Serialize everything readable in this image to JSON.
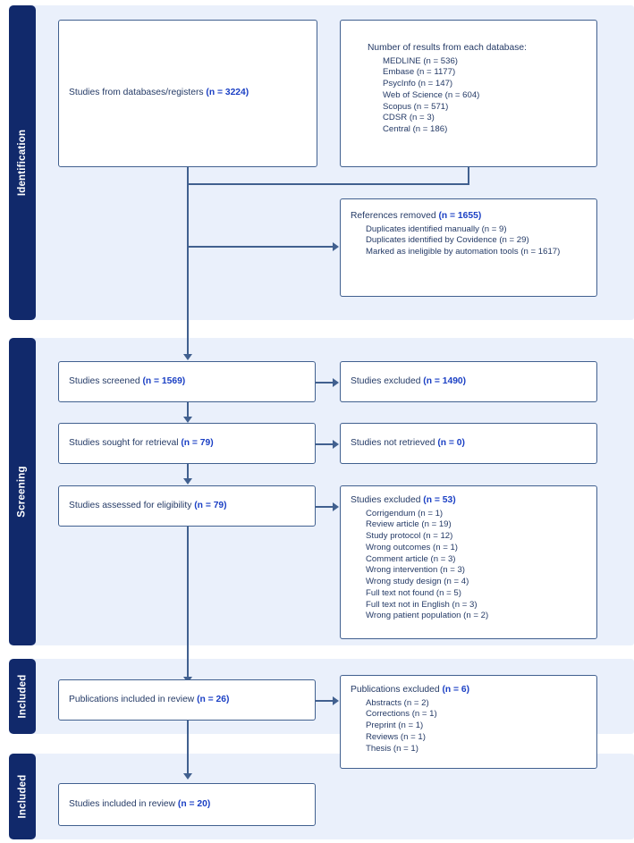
{
  "diagram": {
    "title": "PRISMA flow diagram",
    "accent_navy": "#11296b",
    "accent_box_border": "#41608f",
    "accent_panel": "#eaf0fb",
    "accent_number": "#1a3fc4",
    "text_color": "#243a66"
  },
  "bands": [
    {
      "id": "identification",
      "label": "Identification"
    },
    {
      "id": "screening",
      "label": "Screening"
    },
    {
      "id": "included-publications",
      "label": "Included"
    },
    {
      "id": "included-studies",
      "label": "Included"
    }
  ],
  "boxes": {
    "databases_registers": {
      "text": "Studies from databases/registers ",
      "count": "(n = 3224)"
    },
    "results_each_database": {
      "heading": "Number of results from each database:",
      "items": [
        "MEDLINE (n = 536)",
        "Embase (n = 1177)",
        "PsycInfo (n = 147)",
        "Web of Science (n = 604)",
        "Scopus (n = 571)",
        "CDSR (n = 3)",
        "Central (n = 186)"
      ]
    },
    "references_removed": {
      "text": "References removed ",
      "count": "(n = 1655)",
      "items": [
        "Duplicates identified manually (n = 9)",
        "Duplicates identified by Covidence (n = 29)",
        "Marked as ineligible by automation tools (n = 1617)"
      ]
    },
    "studies_screened": {
      "text": "Studies screened ",
      "count": "(n = 1569)"
    },
    "studies_excluded_screening": {
      "text": "Studies excluded ",
      "count": "(n = 1490)"
    },
    "studies_sought": {
      "text": "Studies sought for retrieval ",
      "count": "(n = 79)"
    },
    "studies_not_retrieved": {
      "text": "Studies not retrieved ",
      "count": "(n = 0)"
    },
    "studies_assessed": {
      "text": "Studies assessed for eligibility ",
      "count": "(n = 79)"
    },
    "studies_excluded_eligibility": {
      "text": "Studies excluded ",
      "count": "(n = 53)",
      "items": [
        "Corrigendum (n = 1)",
        "Review article (n = 19)",
        "Study protocol (n = 12)",
        "Wrong outcomes (n = 1)",
        "Comment article (n = 3)",
        "Wrong intervention (n = 3)",
        "Wrong study design (n = 4)",
        "Full text not found (n = 5)",
        "Full text not in English (n = 3)",
        "Wrong patient population (n = 2)"
      ]
    },
    "publications_included": {
      "text": "Publications included in review ",
      "count": "(n = 26)"
    },
    "publications_excluded": {
      "text": "Publications excluded ",
      "count": "(n = 6)",
      "items": [
        "Abstracts (n = 2)",
        "Corrections (n = 1)",
        "Preprint (n = 1)",
        "Reviews (n = 1)",
        "Thesis (n = 1)"
      ]
    },
    "studies_included": {
      "text": "Studies included in review ",
      "count": "(n = 20)"
    }
  }
}
